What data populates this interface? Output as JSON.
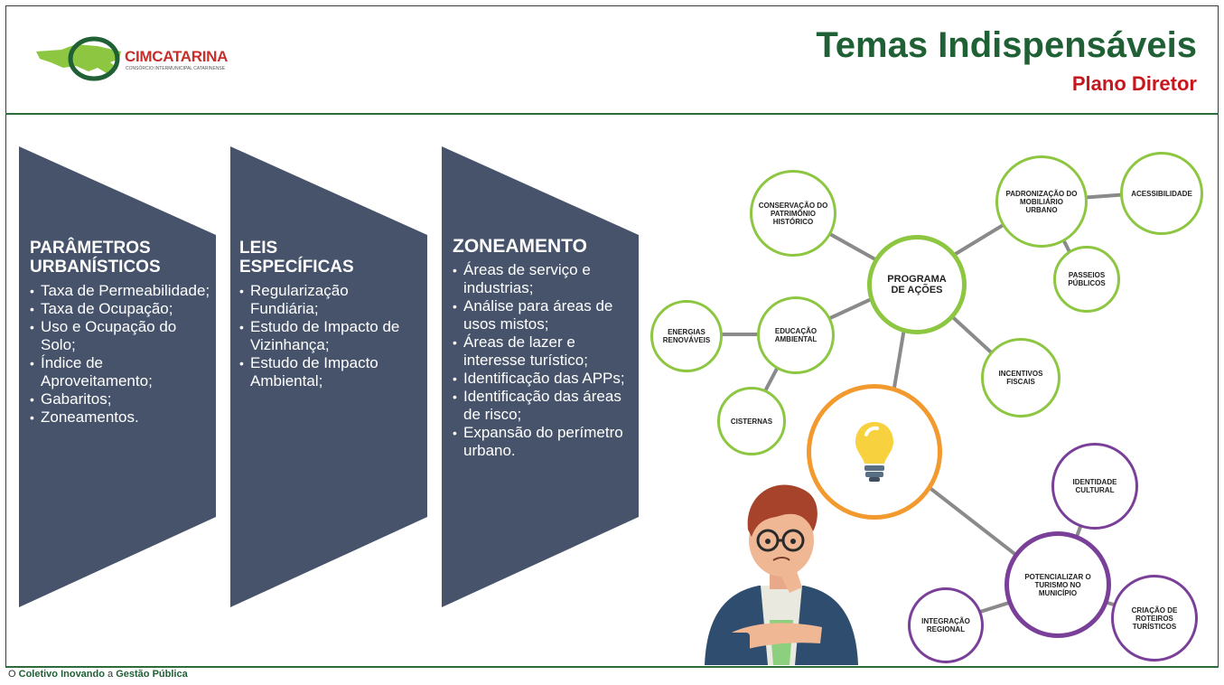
{
  "header": {
    "title": "Temas Indispensáveis",
    "subtitle": "Plano Diretor",
    "logo": {
      "name_part1": "CIM",
      "name_part2": "CATARINA",
      "tagline": "CONSÓRCIO INTERMUNICIPAL CATARINENSE"
    }
  },
  "panels": [
    {
      "heading": "PARÂMETROS URBANÍSTICOS",
      "items": [
        "Taxa de Permeabilidade;",
        "Taxa de Ocupação;",
        "Uso e Ocupação do Solo;",
        "Índice de Aproveitamento;",
        "Gabaritos;",
        "Zoneamentos."
      ]
    },
    {
      "heading": "LEIS ESPECÍFICAS",
      "items": [
        "Regularização Fundiária;",
        "Estudo de Impacto de Vizinhança;",
        "Estudo de Impacto Ambiental;"
      ]
    },
    {
      "heading": "ZONEAMENTO",
      "items": [
        "Áreas de serviço e industrias;",
        "Análise para áreas de usos mistos;",
        "Áreas de lazer e interesse turístico;",
        "Identificação das APPs;",
        "Identificação das áreas de risco;",
        "Expansão do perímetro urbano."
      ]
    }
  ],
  "mindmap": {
    "programa": "PROGRAMA DE AÇÕES",
    "conservacao": "CONSERVAÇÃO DO PATRIMÔNIO HISTÓRICO",
    "padronizacao": "PADRONIZAÇÃO DO MOBILIÁRIO URBANO",
    "acessibilidade": "ACESSIBILIDADE",
    "passeios": "PASSEIOS PÚBLICOS",
    "energias": "ENERGIAS RENOVÁVEIS",
    "educacao": "EDUCAÇÃO AMBIENTAL",
    "incentivos": "INCENTIVOS FISCAIS",
    "cisternas": "CISTERNAS",
    "identidade": "IDENTIDADE CULTURAL",
    "potencializar": "POTENCIALIZAR O TURISMO NO MUNICÍPIO",
    "integracao": "INTEGRAÇÃO REGIONAL",
    "criacao": "CRIAÇÃO DE ROTEIROS TURÍSTICOS",
    "icon": "lightbulb-icon",
    "illustration": "thinking-man-illustration"
  },
  "footer": {
    "prefix": "O",
    "part1": "Coletivo Inovando",
    "middle": "a",
    "part2": "Gestão Pública"
  },
  "colors": {
    "brand_green": "#1f6035",
    "accent_red": "#c8161d",
    "panel": "#46536a",
    "node_green": "#8dc641",
    "node_purple": "#7a3f99",
    "node_orange": "#f39a2e"
  }
}
